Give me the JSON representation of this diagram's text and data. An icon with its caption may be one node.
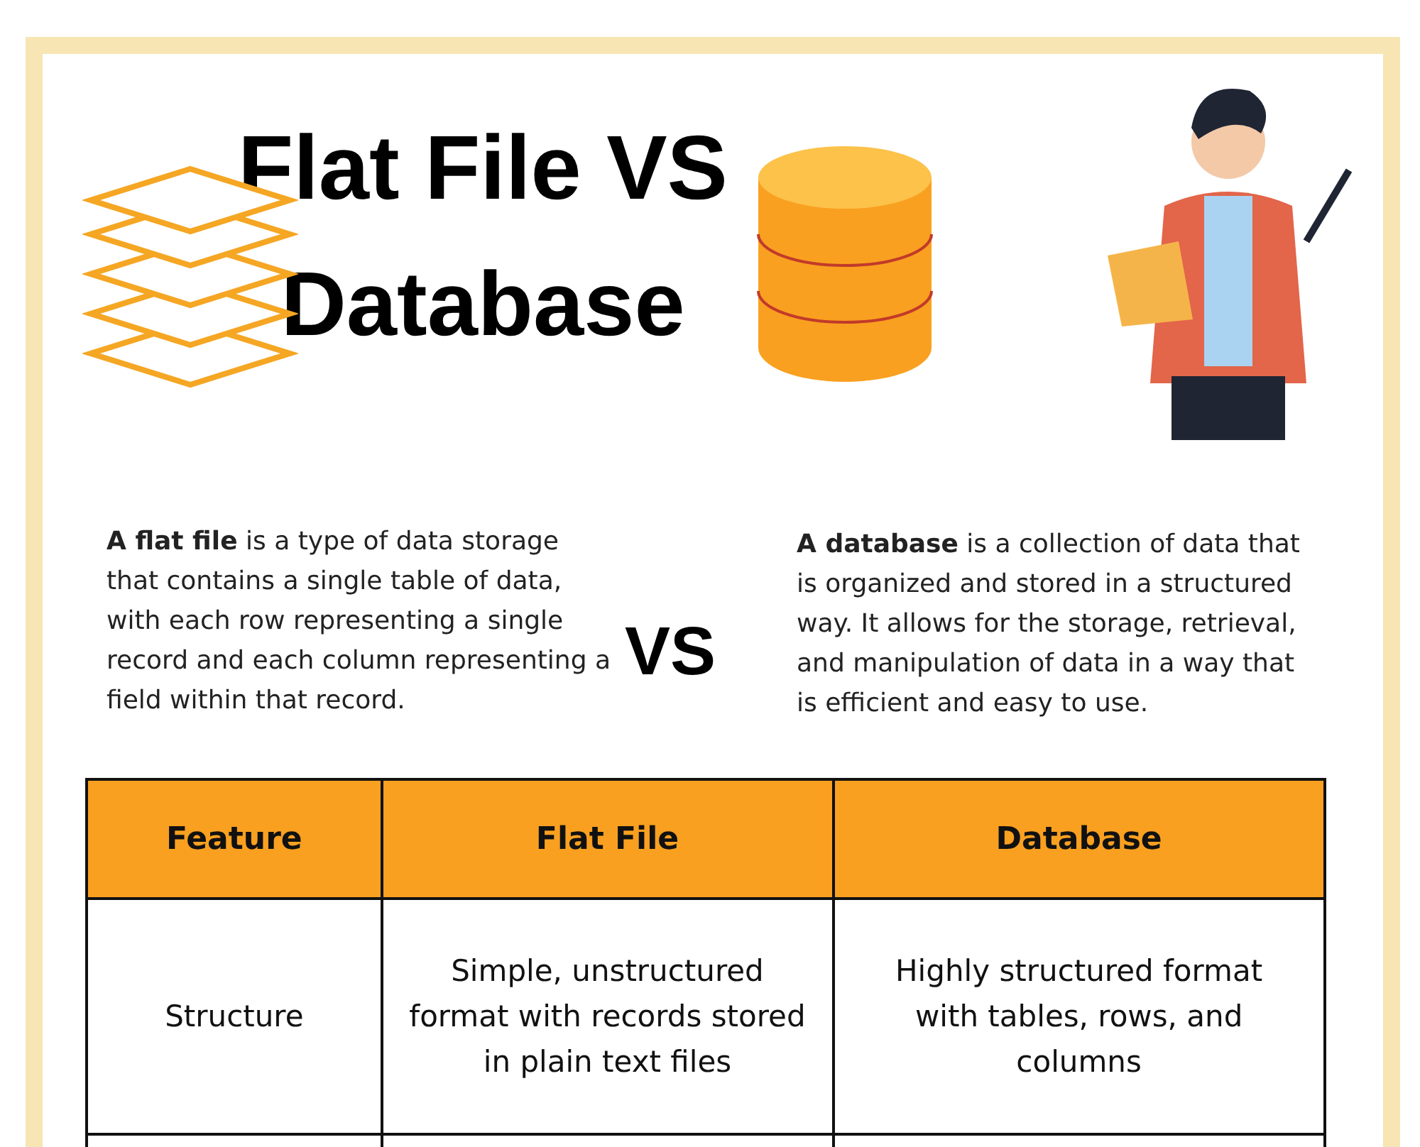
{
  "diagram": {
    "title": "Flat File VS Database",
    "labels": [
      "**A flat file** is a type of data storage that contains a single table of data, with each row representing a single record and each column representing a field within that record.",
      "VS",
      "**A database** is a collection of data that is organized and stored in a structured way. It allows for the storage, retrieval, and manipulation of data in a way that is efficient and easy to use.",
      "Feature",
      "Flat File",
      "Database",
      "Structure",
      "Simple, unstructured format with records stored in plain text files",
      "Highly structured format with tables, rows, and columns"
    ]
  }
}
